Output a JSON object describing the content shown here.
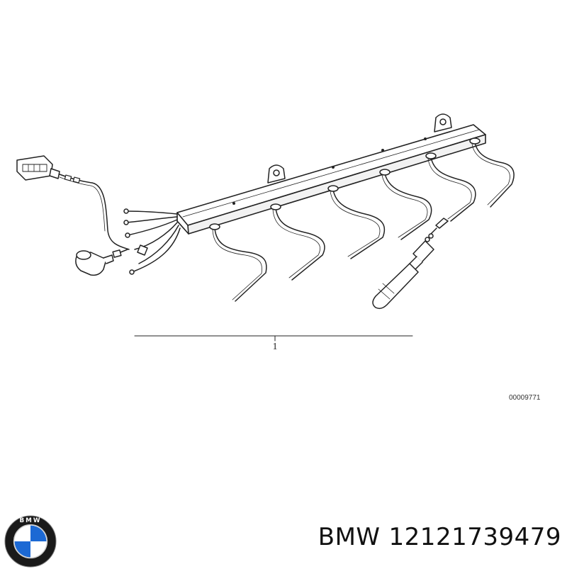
{
  "diagram": {
    "callout_label": "1",
    "drawing_number": "00009771",
    "icons": {
      "harness": "ignition-wiring-harness",
      "connector": "multi-pin-connector",
      "sensor_plug": "angled-plug",
      "spark_plug_boot": "spark-plug-connector"
    }
  },
  "footer": {
    "brand": "BMW",
    "part_number": "12121739479",
    "logo": {
      "ring_text": "BMW",
      "colors": {
        "ring": "#1a1a1a",
        "blue": "#1c69d4",
        "white": "#ffffff"
      }
    }
  }
}
